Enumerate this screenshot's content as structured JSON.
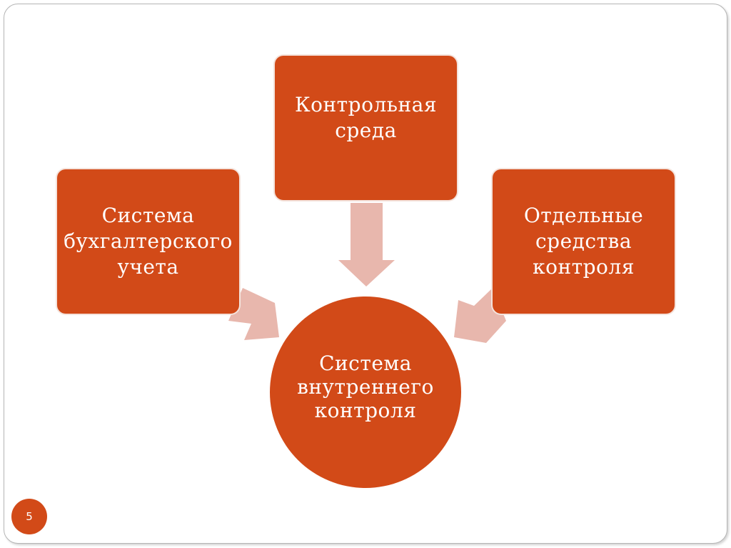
{
  "diagram": {
    "left_box": {
      "lines": [
        "Система",
        "бухгалтерского",
        "учета"
      ]
    },
    "top_box": {
      "lines": [
        "Контрольная",
        "среда"
      ]
    },
    "right_box": {
      "lines": [
        "Отдельные",
        "средства",
        "контроля"
      ]
    },
    "center_circle": {
      "lines": [
        "Система",
        "внутреннего",
        "контроля"
      ]
    }
  },
  "slide": {
    "page_number": "5"
  },
  "colors": {
    "shape_fill": "#d24a18",
    "arrow_fill": "#e8b7ad",
    "text": "#ffffff",
    "background": "#ffffff"
  }
}
